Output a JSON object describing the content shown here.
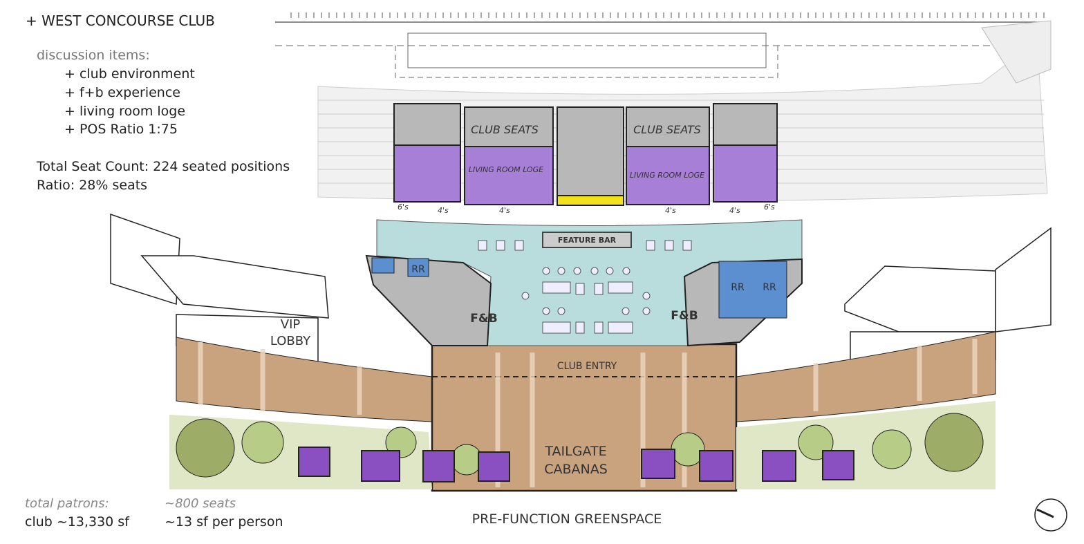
{
  "title": "+ WEST CONCOURSE CLUB",
  "discussion": {
    "heading": "discussion items:",
    "items": [
      "+ club environment",
      "+ f+b experience",
      "+ living room loge",
      "+ POS Ratio 1:75"
    ]
  },
  "stats": {
    "seat_count": "Total Seat Count: 224 seated positions",
    "ratio": "Ratio: 28% seats",
    "patrons_label": "total patrons:",
    "club_area": "club ~13,330 sf",
    "seats_label": "~800 seats",
    "per_person": "~13 sf per person"
  },
  "plan_labels": {
    "club_seats": "CLUB SEATS",
    "living_room_loge": "LIVING ROOM LOGE",
    "feature_bar": "FEATURE BAR",
    "restroom": "RR",
    "fb": "F&B",
    "vip_lobby_1": "VIP",
    "vip_lobby_2": "LOBBY",
    "club_entry": "CLUB ENTRY",
    "tailgate_1": "TAILGATE",
    "tailgate_2": "CABANAS",
    "greenspace": "PRE-FUNCTION GREENSPACE",
    "seat_groups": [
      "6's",
      "4's",
      "4's",
      "4's",
      "4's",
      "6's"
    ]
  },
  "colors": {
    "club_floor": "#b9dcdc",
    "loge": "#a77fd6",
    "seats_gray": "#b8b8b8",
    "restroom": "#5b8fd0",
    "concourse": "#c9a27e",
    "green": "#b7cc86",
    "cabana": "#8a4fc0",
    "accent_yellow": "#f2e21b"
  }
}
